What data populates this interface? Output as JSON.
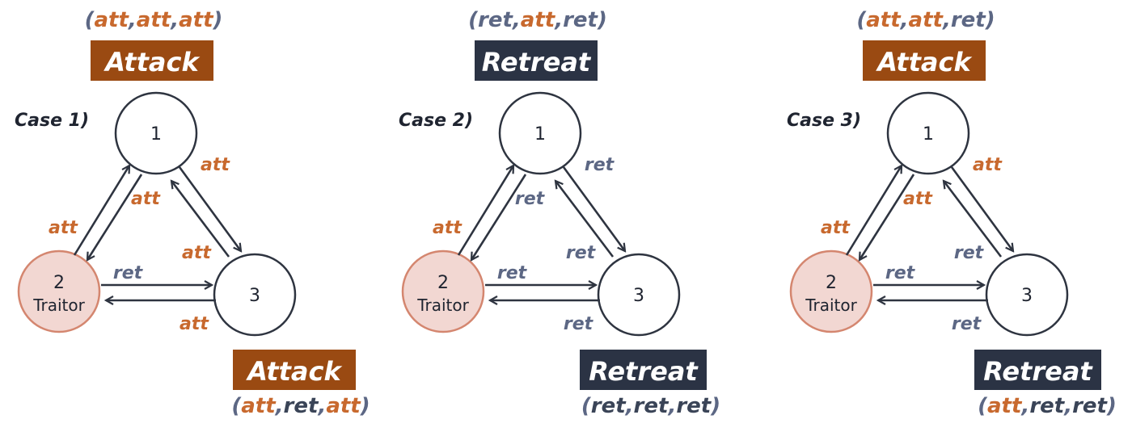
{
  "cases": [
    {
      "label": "Case 1)",
      "top_vec": [
        {
          "t": "att",
          "c": "att"
        },
        {
          "t": "att",
          "c": "att"
        },
        {
          "t": "att",
          "c": "att"
        }
      ],
      "top_box": {
        "text": "Attack",
        "kind": "attack"
      },
      "bottom_box": {
        "text": "Attack",
        "kind": "attack"
      },
      "bottom_vec": [
        {
          "t": "att",
          "c": "att"
        },
        {
          "t": "ret",
          "c": "ret"
        },
        {
          "t": "att",
          "c": "att"
        }
      ],
      "node1": "1",
      "node2": "2",
      "traitor": "Traitor",
      "node3": "3",
      "e21": {
        "t": "att",
        "c": "att"
      },
      "e12": {
        "t": "att",
        "c": "att"
      },
      "e13": {
        "t": "att",
        "c": "att"
      },
      "e31": {
        "t": "att",
        "c": "att"
      },
      "e23": {
        "t": "ret",
        "c": "ret"
      },
      "e32": {
        "t": "att",
        "c": "att"
      }
    },
    {
      "label": "Case 2)",
      "top_vec": [
        {
          "t": "ret",
          "c": "ret"
        },
        {
          "t": "att",
          "c": "att"
        },
        {
          "t": "ret",
          "c": "ret"
        }
      ],
      "top_box": {
        "text": "Retreat",
        "kind": "retreat"
      },
      "bottom_box": {
        "text": "Retreat",
        "kind": "retreat"
      },
      "bottom_vec": [
        {
          "t": "ret",
          "c": "ret"
        },
        {
          "t": "ret",
          "c": "ret"
        },
        {
          "t": "ret",
          "c": "ret"
        }
      ],
      "node1": "1",
      "node2": "2",
      "traitor": "Traitor",
      "node3": "3",
      "e21": {
        "t": "att",
        "c": "att"
      },
      "e12": {
        "t": "ret",
        "c": "ret"
      },
      "e13": {
        "t": "ret",
        "c": "ret"
      },
      "e31": {
        "t": "ret",
        "c": "ret"
      },
      "e23": {
        "t": "ret",
        "c": "ret"
      },
      "e32": {
        "t": "ret",
        "c": "ret"
      }
    },
    {
      "label": "Case 3)",
      "top_vec": [
        {
          "t": "att",
          "c": "att"
        },
        {
          "t": "att",
          "c": "att"
        },
        {
          "t": "ret",
          "c": "ret"
        }
      ],
      "top_box": {
        "text": "Attack",
        "kind": "attack"
      },
      "bottom_box": {
        "text": "Retreat",
        "kind": "retreat"
      },
      "bottom_vec": [
        {
          "t": "att",
          "c": "att"
        },
        {
          "t": "ret",
          "c": "ret"
        },
        {
          "t": "ret",
          "c": "ret"
        }
      ],
      "node1": "1",
      "node2": "2",
      "traitor": "Traitor",
      "node3": "3",
      "e21": {
        "t": "att",
        "c": "att"
      },
      "e12": {
        "t": "att",
        "c": "att"
      },
      "e13": {
        "t": "att",
        "c": "att"
      },
      "e31": {
        "t": "ret",
        "c": "ret"
      },
      "e23": {
        "t": "ret",
        "c": "ret"
      },
      "e32": {
        "t": "ret",
        "c": "ret"
      }
    }
  ],
  "colors": {
    "att": "#C8692E",
    "ret": "#5C6784",
    "punct": "#5C6784",
    "attack_box": "#9A4A12",
    "retreat_box": "#2B3344"
  }
}
